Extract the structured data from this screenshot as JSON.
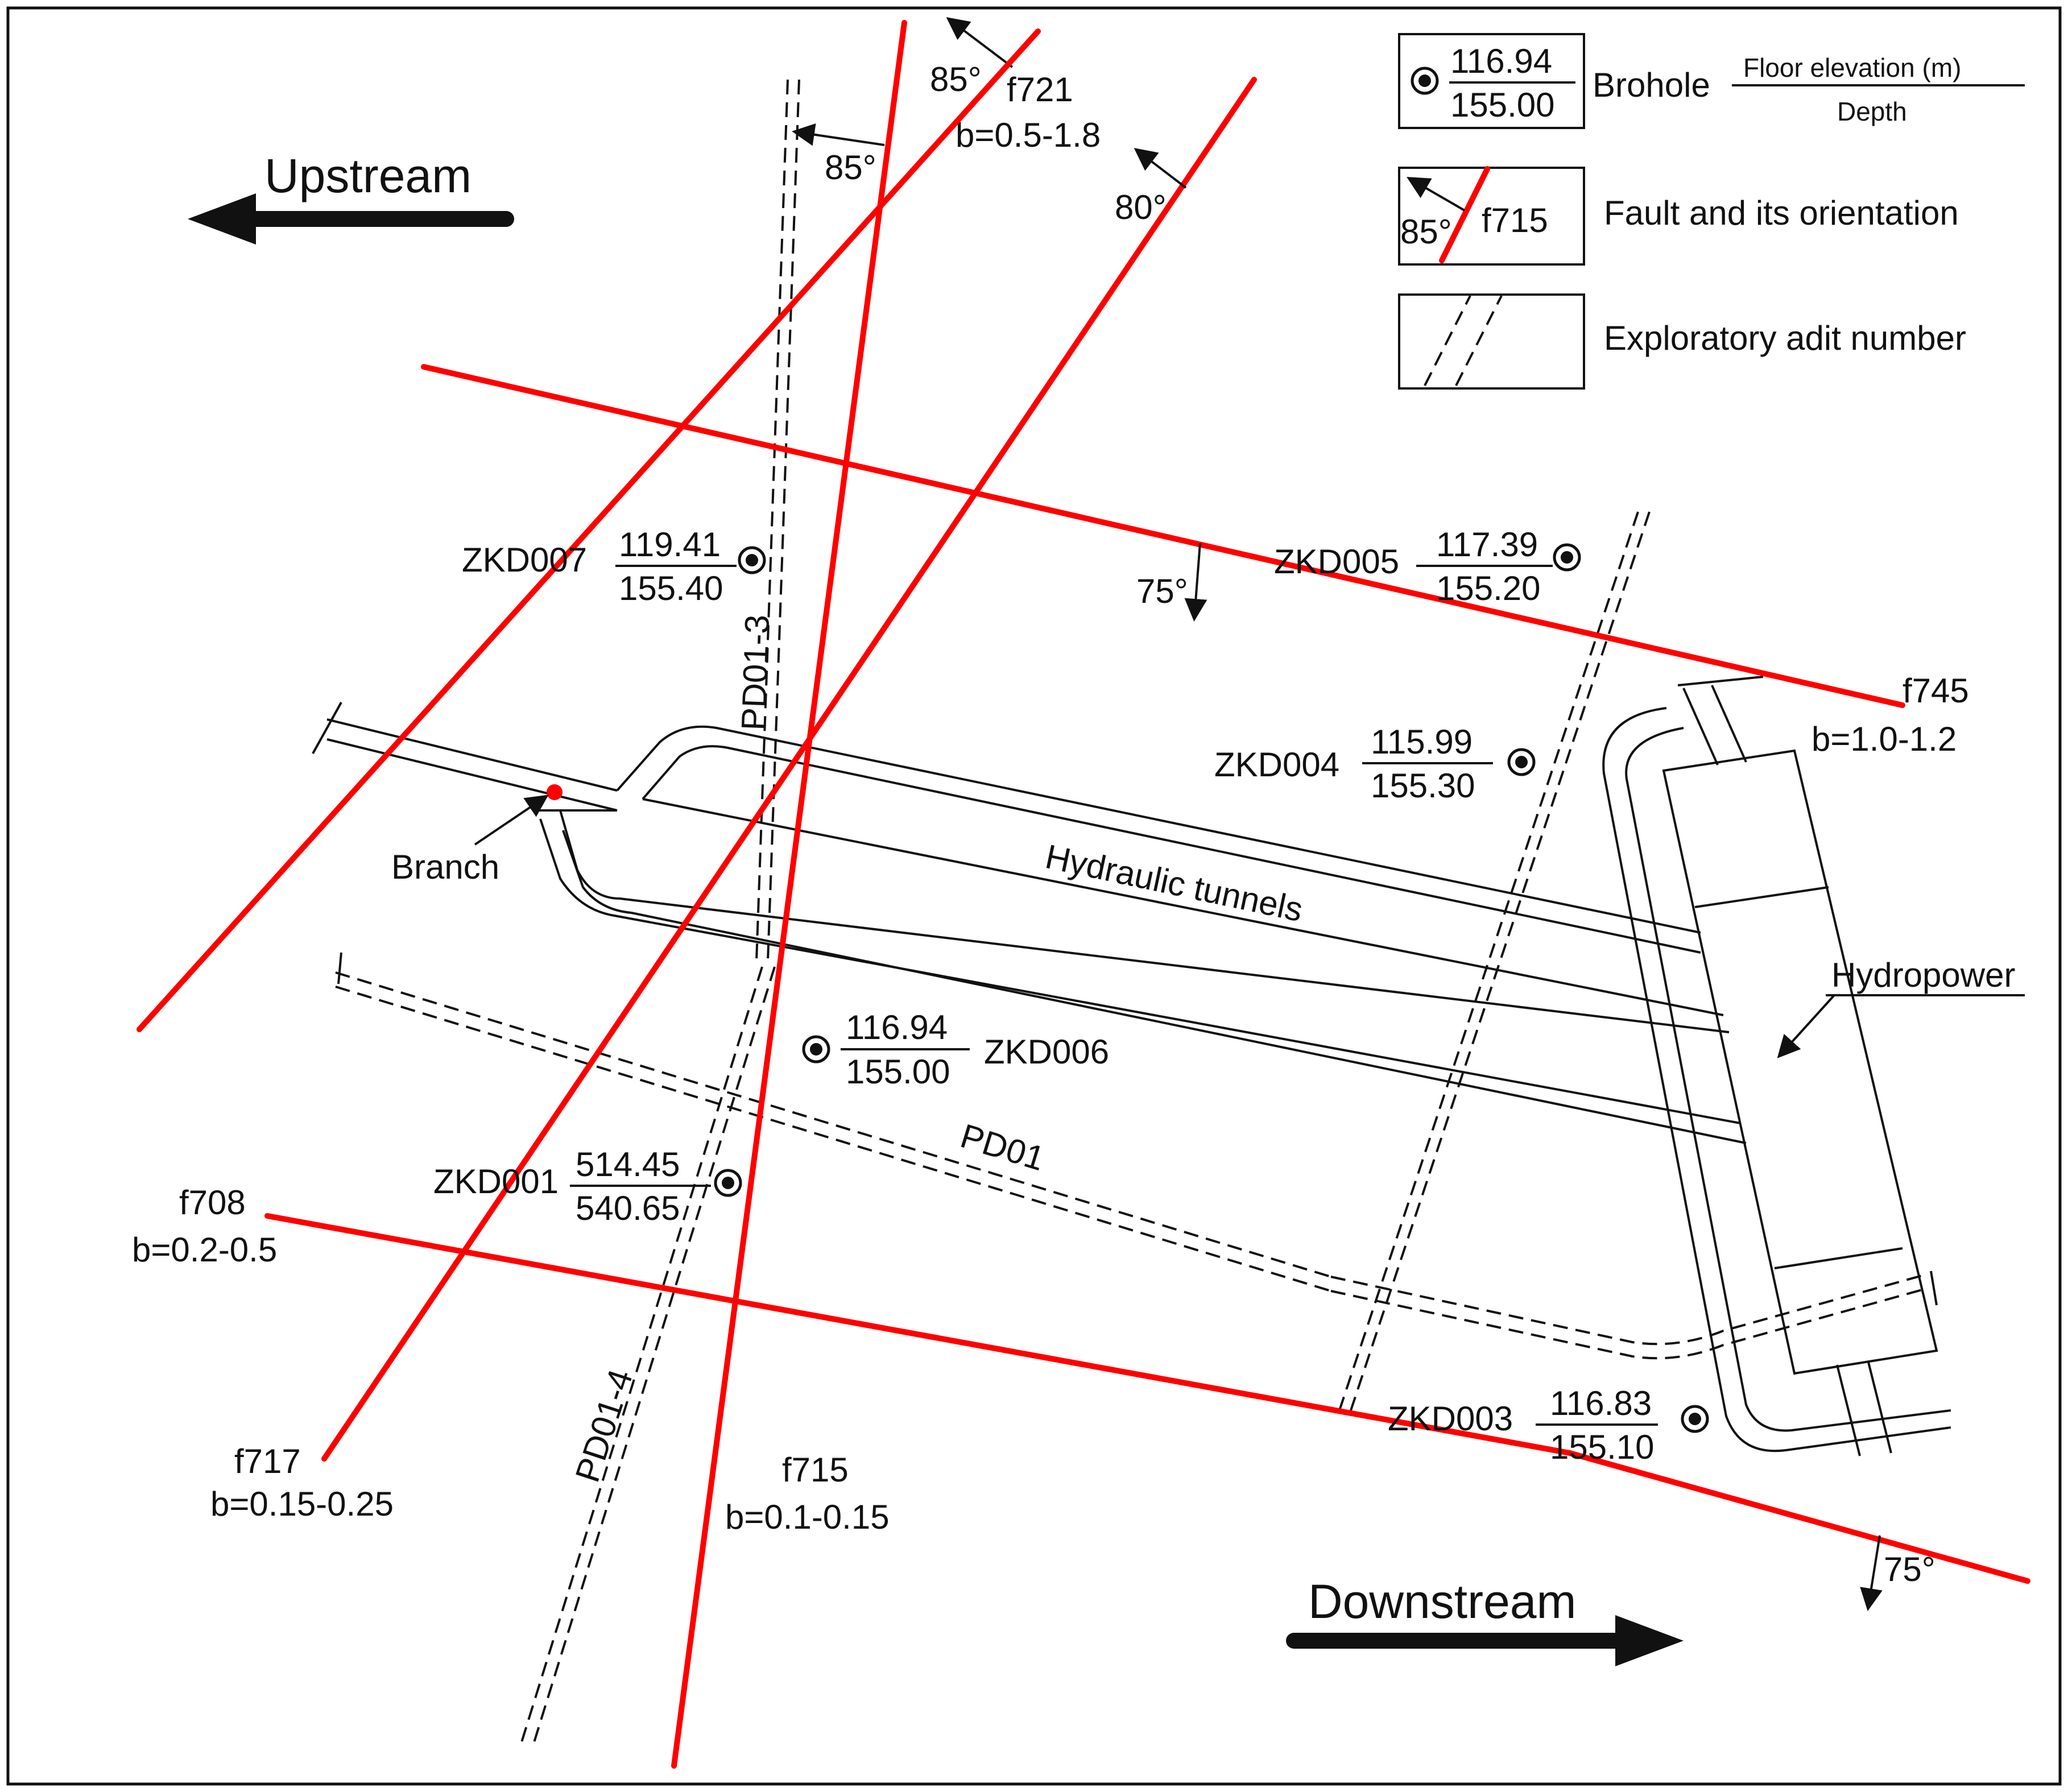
{
  "directions": {
    "upstream": "Upstream",
    "downstream": "Downstream"
  },
  "legend": {
    "borehole_top": "116.94",
    "borehole_bottom": "155.00",
    "borehole_label": "Brohole",
    "borehole_frac_top": "Floor elevation (m)",
    "borehole_frac_bottom": "Depth",
    "fault_angle": "85°",
    "fault_name": "f715",
    "fault_label": "Fault and its orientation",
    "adit_label": "Exploratory adit number"
  },
  "faults": {
    "f721": {
      "name": "f721",
      "width": "b=0.5-1.8",
      "dip1": "85°",
      "dip2": "85°"
    },
    "f745": {
      "name": "f745",
      "width": "b=1.0-1.2",
      "dip": "80°"
    },
    "f708": {
      "name": "f708",
      "width": "b=0.2-0.5",
      "dip": "75°"
    },
    "f717": {
      "name": "f717",
      "width": "b=0.15-0.25"
    },
    "f715": {
      "name": "f715",
      "width": "b=0.1-0.15"
    },
    "mid_dip": "75°"
  },
  "boreholes": {
    "zkd007": {
      "name": "ZKD007",
      "top": "119.41",
      "bottom": "155.40"
    },
    "zkd005": {
      "name": "ZKD005",
      "top": "117.39",
      "bottom": "155.20"
    },
    "zkd004": {
      "name": "ZKD004",
      "top": "115.99",
      "bottom": "155.30"
    },
    "zkd006": {
      "name": "ZKD006",
      "top": "116.94",
      "bottom": "155.00"
    },
    "zkd001": {
      "name": "ZKD001",
      "top": "514.45",
      "bottom": "540.65"
    },
    "zkd003": {
      "name": "ZKD003",
      "top": "116.83",
      "bottom": "155.10"
    }
  },
  "adits": {
    "pd01_3": "PD01-3",
    "pd01": "PD01",
    "pd01_4": "PD01-4"
  },
  "labels": {
    "branch": "Branch",
    "hydraulic_tunnels": "Hydraulic tunnels",
    "hydropower": "Hydropower"
  },
  "colors": {
    "fault": "#ff0000",
    "line": "#111111"
  }
}
